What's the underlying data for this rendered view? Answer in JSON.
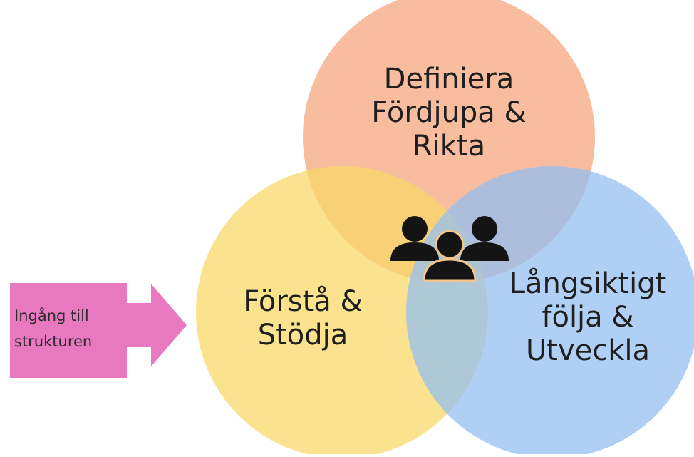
{
  "diagram": {
    "circles": [
      {
        "id": "top",
        "lines": [
          "Definiera",
          "Fördjupa &",
          "Rikta"
        ],
        "color": "#f6a77f"
      },
      {
        "id": "left",
        "lines": [
          "Förstå &",
          "Stödja"
        ],
        "color": "#f8d86a"
      },
      {
        "id": "right",
        "lines": [
          "Långsiktigt",
          "följa &",
          "Utveckla"
        ],
        "color": "#94bff0"
      }
    ],
    "center_icon": "people-group-icon",
    "entry": {
      "lines": [
        "Ingång till",
        "strukturen"
      ],
      "color": "#e879c0"
    }
  }
}
